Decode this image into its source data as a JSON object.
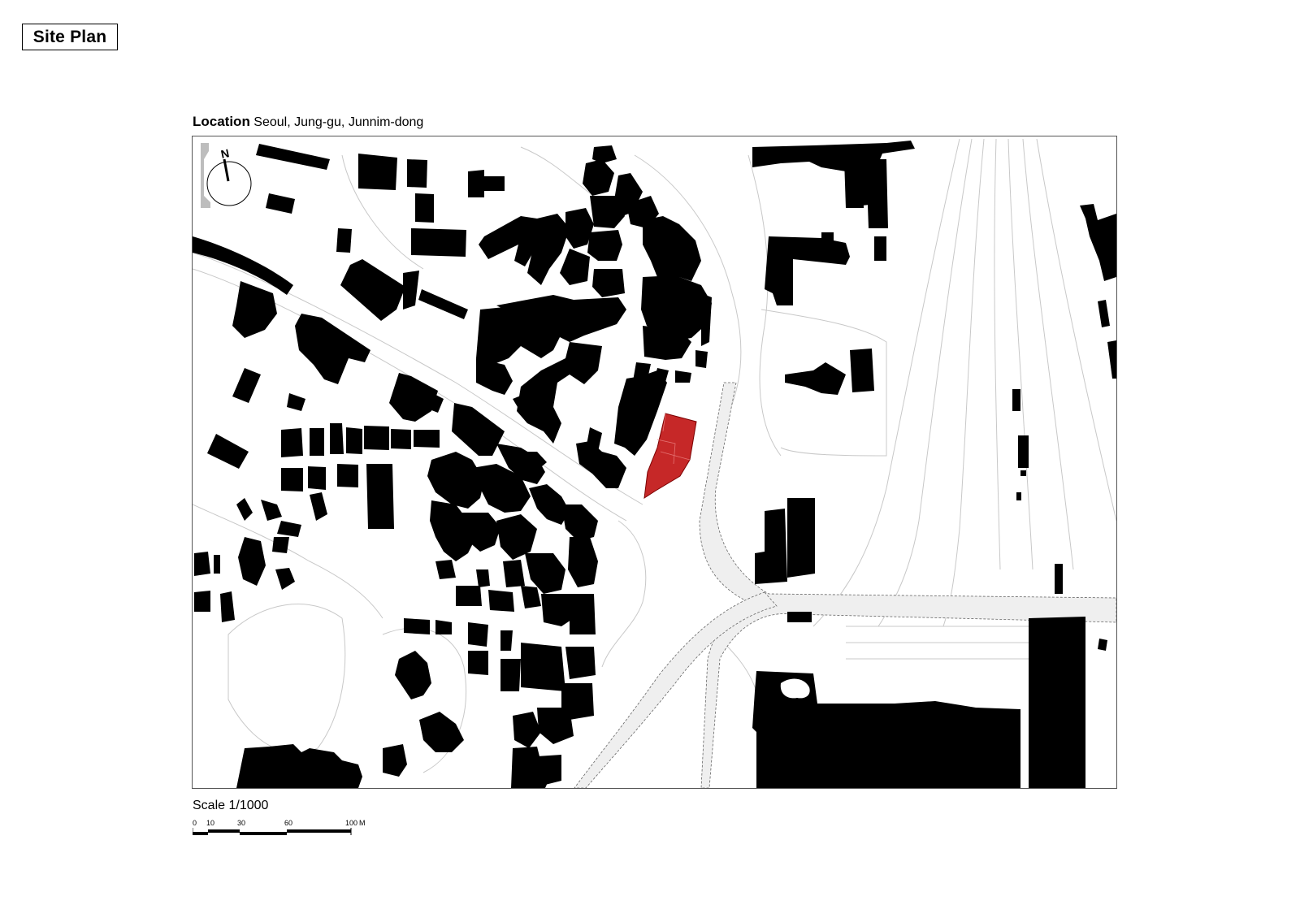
{
  "header": {
    "title": "Site Plan"
  },
  "location": {
    "label": "Location",
    "value": "Seoul, Jung-gu, Junnim-dong"
  },
  "north_arrow": {
    "letter": "N",
    "icon": "north-arrow-icon"
  },
  "scale": {
    "text": "Scale 1/1000",
    "ticks": [
      "0",
      "10",
      "30",
      "60",
      "100"
    ],
    "unit": "M"
  },
  "colors": {
    "buildings": "#000000",
    "site": "#c62828",
    "roads": "#f0f0f0",
    "lines": "#c8c8c8"
  }
}
